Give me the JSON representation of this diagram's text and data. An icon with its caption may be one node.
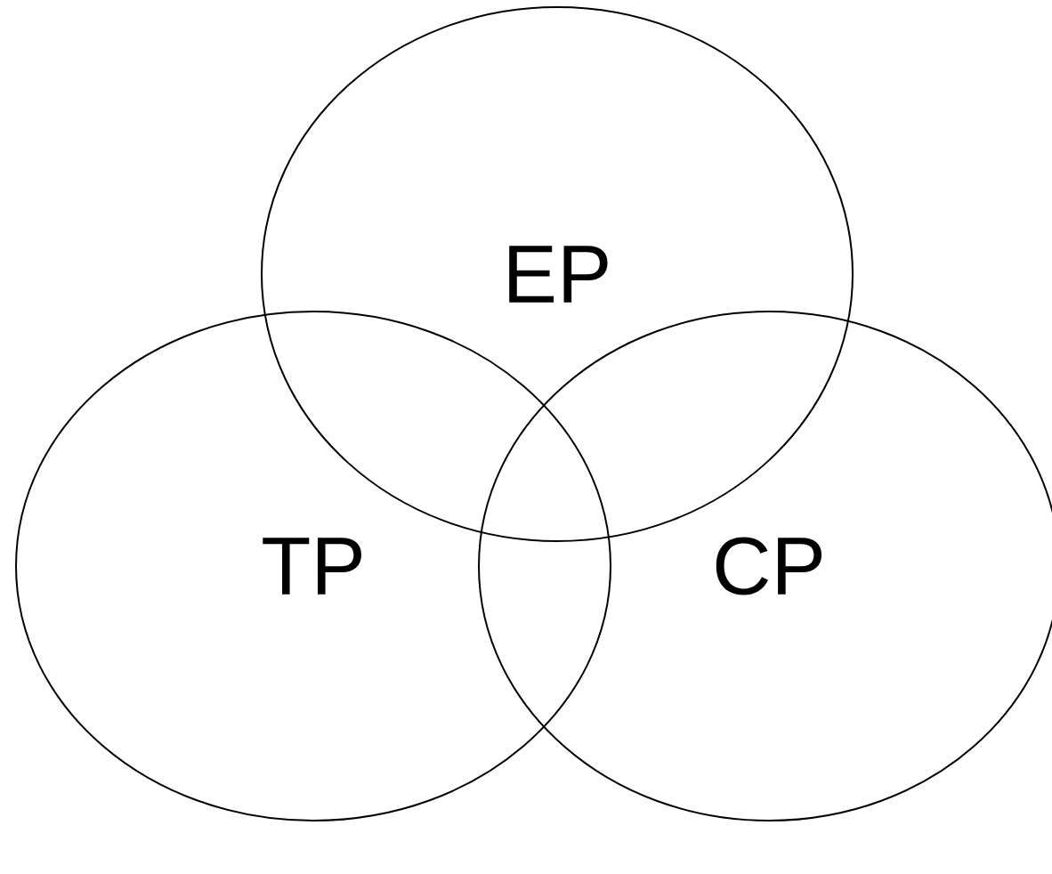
{
  "diagram": {
    "nodes": [
      {
        "text": [
          "EP"
        ]
      },
      {
        "text": [
          "TP"
        ]
      },
      {
        "text": [
          "CP"
        ]
      }
    ]
  }
}
